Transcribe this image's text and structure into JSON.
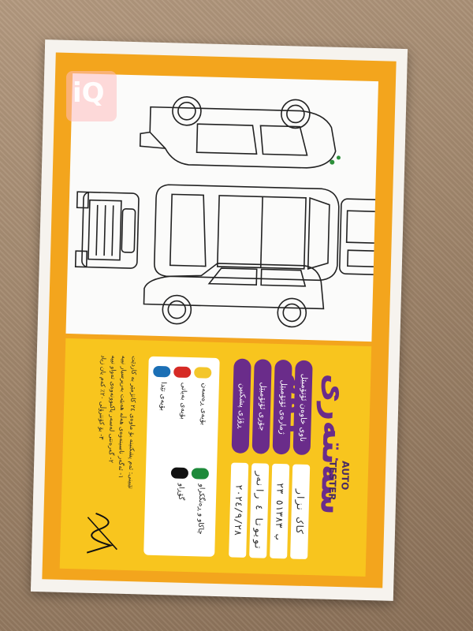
{
  "watermark": {
    "text": "iQ"
  },
  "form": {
    "brand_arabic": "سەنتەری ڕوم",
    "brand_line1": "AUTO",
    "brand_line2": "TESTER",
    "labels": [
      "ناوی خاوەن ئۆتۆمبێل",
      "ژمارەی ئۆتۆمبێل",
      "جۆری ئۆتۆمبێل",
      "ڕۆژی پشکنین"
    ],
    "values": [
      "کاک نزار",
      "ب ٥١٣٨٣ ٢٣",
      "تویوتا ٤ رانەر",
      "٢٠٢٤/٩/٢٨"
    ],
    "legend": [
      {
        "label": "بۆیەی ڕەسەن",
        "color": "#f3c62a"
      },
      {
        "label": "چاکاو و ڕەنگکراو",
        "color": "#1d8a3a"
      },
      {
        "label": "بۆیەی بەیاتی",
        "color": "#d62a25"
      },
      {
        "label": "گۆڕاو",
        "color": "#111111"
      },
      {
        "label": "بۆیەی تێدا",
        "color": "#1b6fb5"
      }
    ],
    "notes": [
      "تێبینی: ئەم پشکنینە بۆ ماوەی ٢٤ کاتژمێر بە کاردێت",
      "١- ئەگەر ناسینەوەی هەڵە هەبێت بەرپرسیار نییە",
      "٢- گەرەنتی لەسەر پاکبوونەوەی تەواو نییە",
      "٣- بۆ کۆنترۆڵی ٢٠٪ کەم یان زیاد"
    ]
  },
  "diagram": {
    "views": [
      "top",
      "front",
      "left-side",
      "rear",
      "right-side"
    ]
  }
}
